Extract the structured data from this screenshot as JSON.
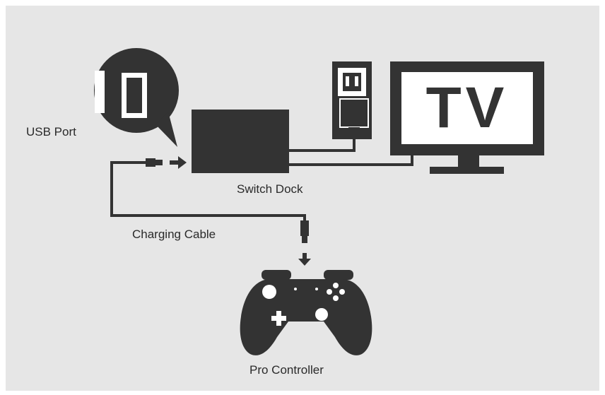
{
  "labels": {
    "usb_port": "USB Port",
    "switch_dock": "Switch Dock",
    "charging_cable": "Charging Cable",
    "pro_controller": "Pro Controller",
    "tv": "TV"
  },
  "colors": {
    "background": "#e6e6e6",
    "ink": "#333333",
    "text": "#2a2a2a",
    "highlight": "#ffffff"
  },
  "icons": [
    "usb-port-callout-icon",
    "dock-icon",
    "wall-outlet-icon",
    "power-plug-icon",
    "tv-icon",
    "usb-connector-icon",
    "arrow-right-icon",
    "arrow-down-icon",
    "controller-icon"
  ]
}
